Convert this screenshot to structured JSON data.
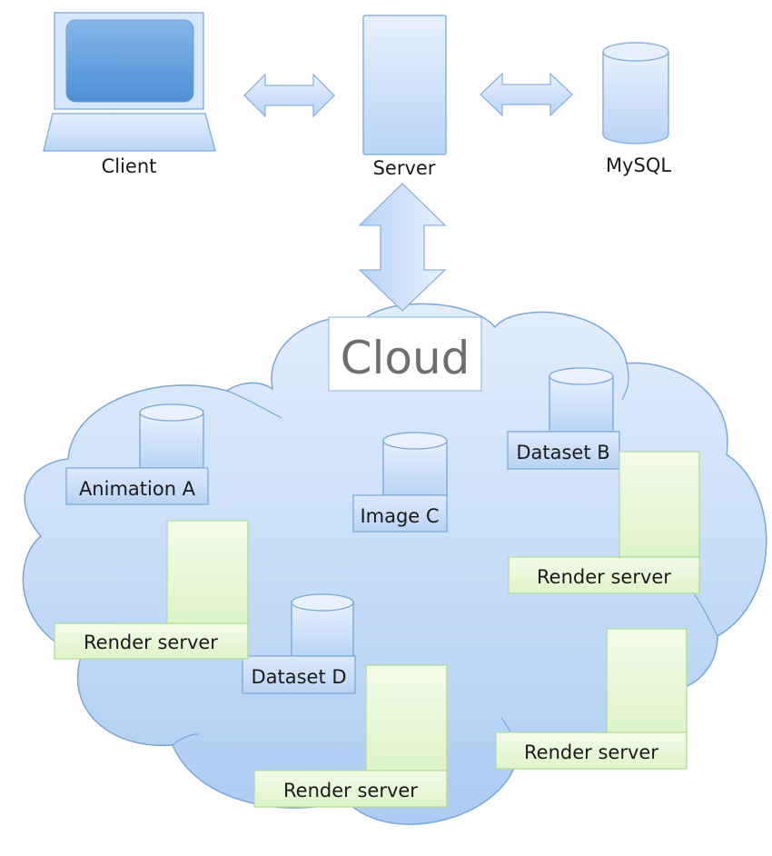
{
  "diagram": {
    "nodes": {
      "client": {
        "label": "Client",
        "icon": "laptop"
      },
      "server": {
        "label": "Server",
        "icon": "server-tower"
      },
      "mysql": {
        "label": "MySQL",
        "icon": "database-cylinder"
      }
    },
    "edges": [
      {
        "from": "client",
        "to": "server",
        "type": "bidirectional"
      },
      {
        "from": "server",
        "to": "mysql",
        "type": "bidirectional"
      },
      {
        "from": "server",
        "to": "cloud",
        "type": "bidirectional"
      }
    ],
    "cloud": {
      "title": "Cloud",
      "datasets": [
        {
          "label": "Animation A"
        },
        {
          "label": "Dataset B"
        },
        {
          "label": "Image C"
        },
        {
          "label": "Dataset D"
        }
      ],
      "render_servers": [
        {
          "label": "Render server"
        },
        {
          "label": "Render server"
        },
        {
          "label": "Render server"
        },
        {
          "label": "Render server"
        }
      ]
    },
    "colors": {
      "blue_fill": "#c9defa",
      "blue_stroke": "#7aa6d6",
      "green_fill": "#e8f8d8",
      "green_stroke": "#b6d99a",
      "screen_fill": "#5d9bdc"
    }
  }
}
